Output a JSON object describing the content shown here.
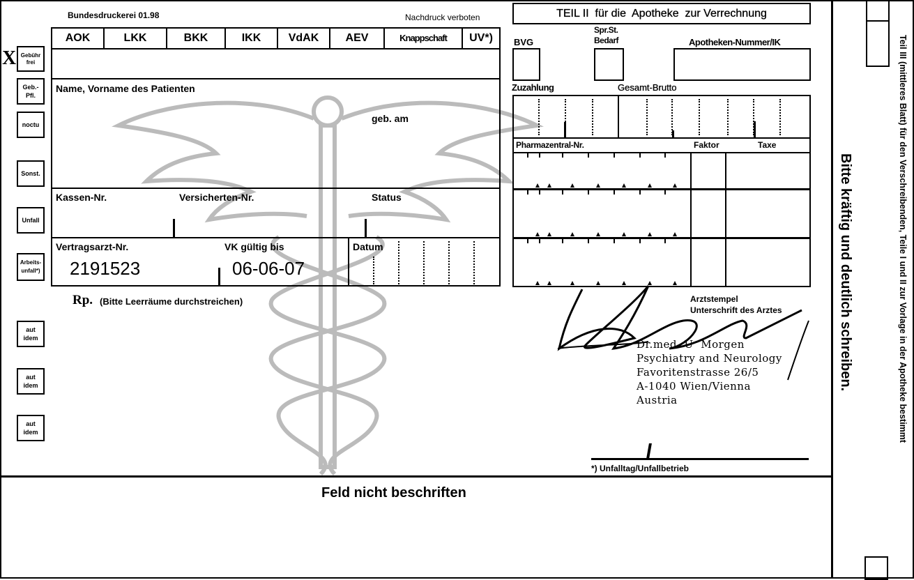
{
  "header": {
    "printer": "Bundesdruckerei 01.98",
    "notice": "Nachdruck verboten"
  },
  "insurers": [
    "AOK",
    "LKK",
    "BKK",
    "IKK",
    "VdAK",
    "AEV",
    "Knappschaft",
    "UV*)"
  ],
  "left_boxes": [
    {
      "label": "Gebühr frei",
      "checked": true,
      "mark": "X"
    },
    {
      "label": "Geb.-Pfl."
    },
    {
      "label": "noctu"
    },
    {
      "label": "Sonst."
    },
    {
      "label": "Unfall"
    },
    {
      "label": "Arbeits-unfall*)"
    },
    {
      "label": "aut idem"
    },
    {
      "label": "aut idem"
    },
    {
      "label": "aut idem"
    }
  ],
  "patient": {
    "name_label": "Name, Vorname des Patienten",
    "dob_label": "geb. am"
  },
  "ids": {
    "kassen_label": "Kassen-Nr.",
    "versicherten_label": "Versicherten-Nr.",
    "status_label": "Status"
  },
  "doctor": {
    "number_label": "Vertragsarzt-Nr.",
    "number": "2191523",
    "valid_label": "VK gültig bis",
    "valid": "06-06-07",
    "date_label": "Datum"
  },
  "rp": {
    "symbol": "Rp.",
    "hint": "(Bitte Leerräume durchstreichen)"
  },
  "pharmacy": {
    "title": "TEIL II  für die  Apotheke  zur Verrechnung",
    "bvg": "BVG",
    "sprst": "Spr.St.",
    "bedarf": "Bedarf",
    "apo_nr": "Apotheken-Nummer/IK",
    "zuzahlung": "Zuzahlung",
    "brutto": "Gesamt-Brutto",
    "pzn": "Pharmazentral-Nr.",
    "faktor": "Faktor",
    "taxe": "Taxe"
  },
  "stamp": {
    "label1": "Arztstempel",
    "label2": "Unterschrift des Arztes",
    "lines": [
      "Dr.med  U  Morgen",
      "Psychiatry and Neurology",
      "Favoritenstrasse 26/5",
      "A-1040 Wien/Vienna",
      "Austria"
    ]
  },
  "footer": {
    "accident": "*) Unfalltag/Unfallbetrieb",
    "no_write": "Feld nicht beschriften"
  },
  "side": {
    "big": "Bitte kräftig und deutlich schreiben.",
    "small": "Teil III (mittleres Blatt) für den Verschreibenden, Teile I und II zur Vorlage in der Apotheke bestimmt"
  }
}
